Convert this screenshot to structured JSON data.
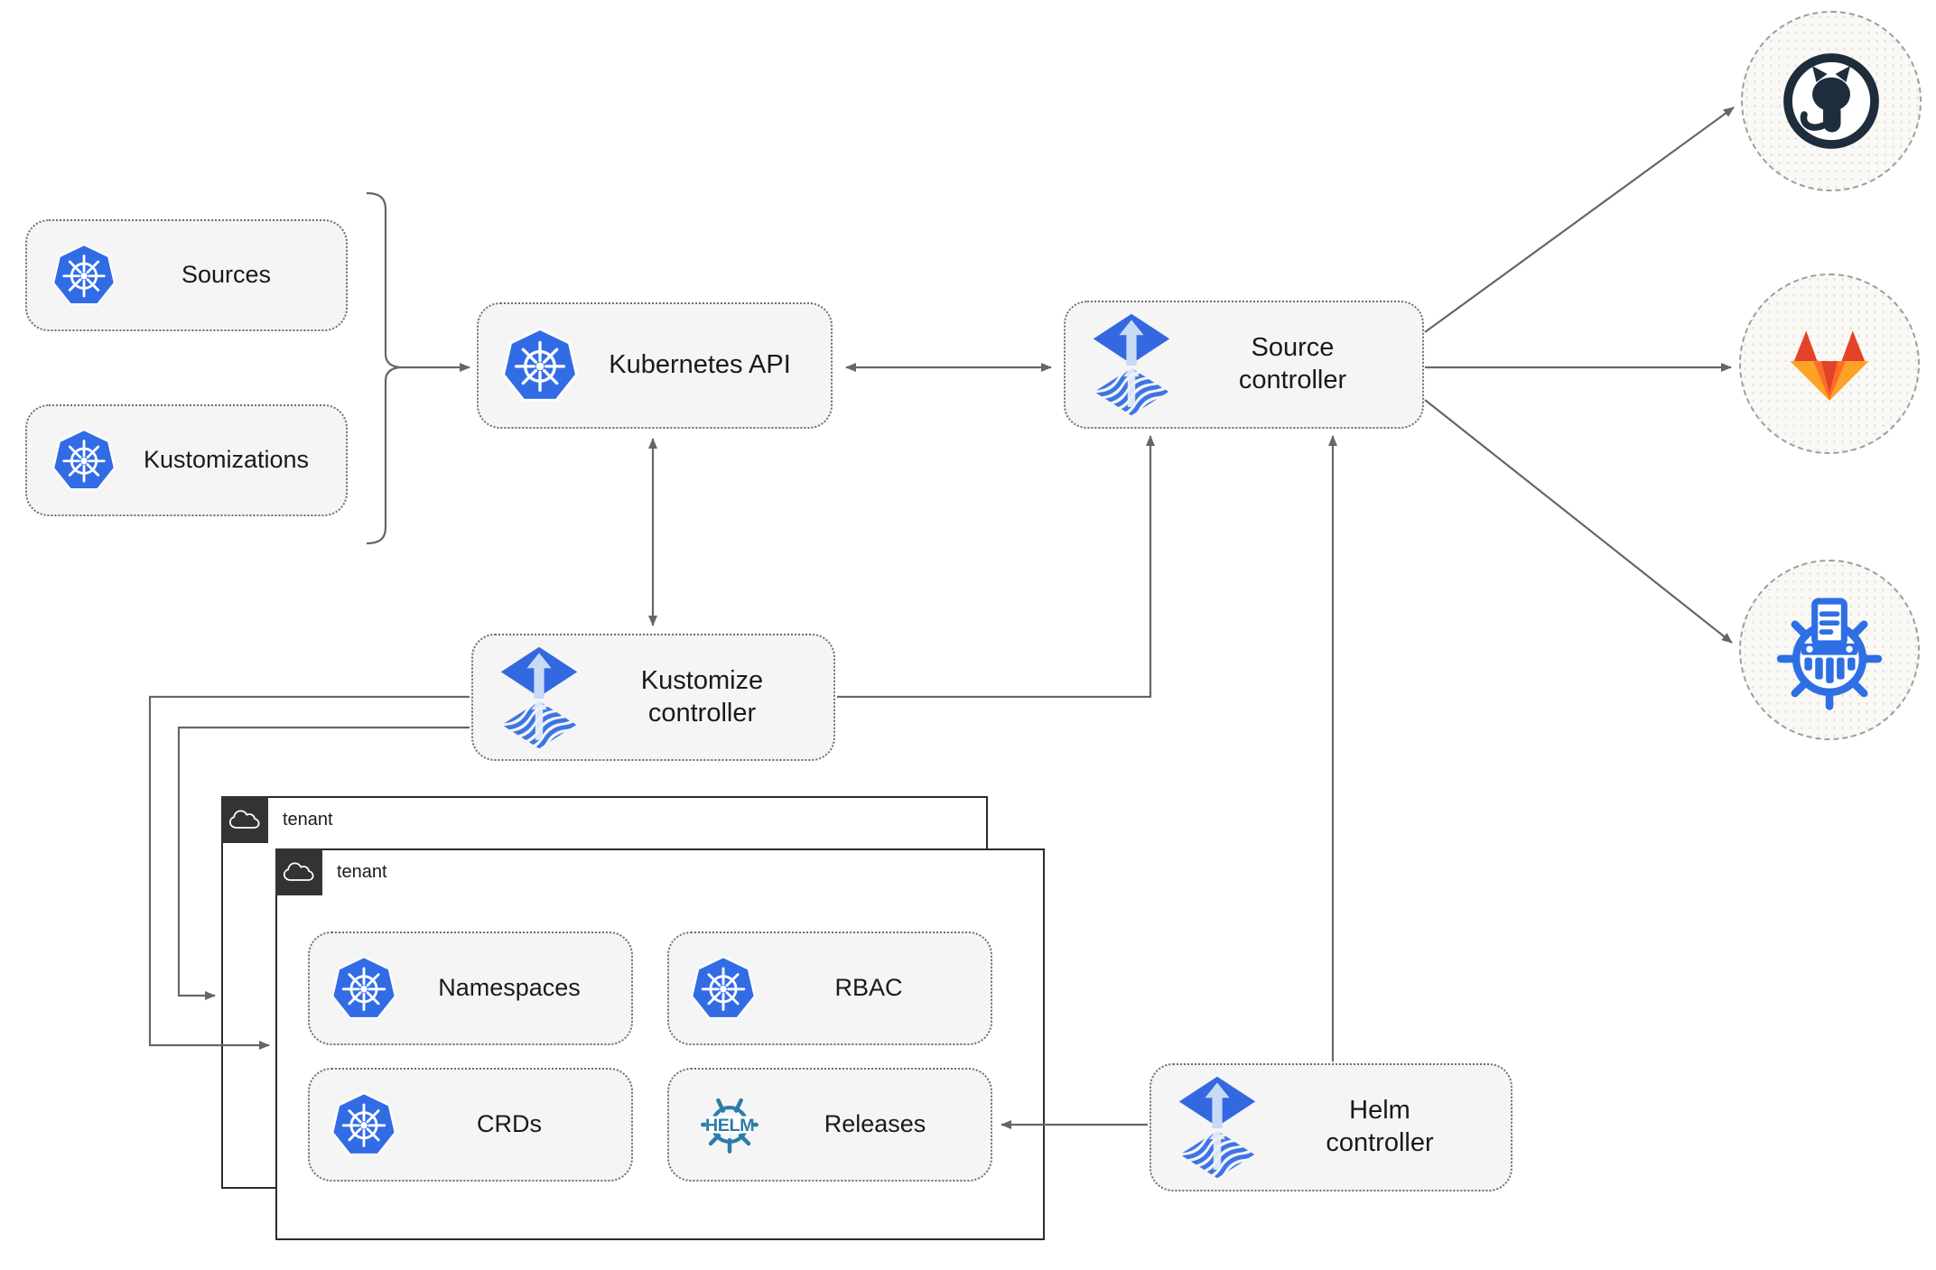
{
  "nodes": {
    "sources": {
      "label": "Sources",
      "icon": "kubernetes-icon"
    },
    "kustomizations": {
      "label": "Kustomizations",
      "icon": "kubernetes-icon"
    },
    "kubernetes_api": {
      "label": "Kubernetes API",
      "icon": "kubernetes-icon"
    },
    "source_controller": {
      "label": "Source\ncontroller",
      "icon": "flux-icon"
    },
    "kustomize_controller": {
      "label": "Kustomize\ncontroller",
      "icon": "flux-icon"
    },
    "helm_controller": {
      "label": "Helm\ncontroller",
      "icon": "flux-icon"
    },
    "namespaces": {
      "label": "Namespaces",
      "icon": "kubernetes-icon"
    },
    "rbac": {
      "label": "RBAC",
      "icon": "kubernetes-icon"
    },
    "crds": {
      "label": "CRDs",
      "icon": "kubernetes-icon"
    },
    "releases": {
      "label": "Releases",
      "icon": "helm-icon"
    }
  },
  "groups": {
    "tenant_back": {
      "label": "tenant",
      "icon": "cloud-icon"
    },
    "tenant_front": {
      "label": "tenant",
      "icon": "cloud-icon"
    }
  },
  "remotes": {
    "github": {
      "icon": "github-icon"
    },
    "gitlab": {
      "icon": "gitlab-icon"
    },
    "registry": {
      "icon": "container-registry-icon"
    }
  },
  "edges": [
    "sources+kustomizations -> kubernetes-api",
    "kubernetes-api <-> source-controller",
    "kubernetes-api <-> kustomize-controller",
    "kustomize-controller -> source-controller",
    "kustomize-controller -> tenant-back",
    "kustomize-controller -> tenant-front",
    "helm-controller -> source-controller",
    "helm-controller -> releases",
    "source-controller -> github",
    "source-controller -> gitlab",
    "source-controller -> container-registry"
  ],
  "colors": {
    "kubernetes_blue": "#326CE5",
    "flux_blue": "#3468E0",
    "flux_wave_blue": "#3B75E6",
    "flux_arrow_light": "#C7DAF6",
    "helm_teal": "#2C7CAA",
    "github_dark": "#1D2D3C",
    "gitlab_red": "#E24329",
    "gitlab_orange": "#FC6D26",
    "gitlab_amber": "#FCA326",
    "registry_blue": "#2F6FE4",
    "edge_gray": "#666666",
    "node_fill": "#F5F5F5",
    "node_border": "#6F6F6F",
    "tenant_border": "#2B2B2B",
    "tenant_badge": "#333333"
  }
}
